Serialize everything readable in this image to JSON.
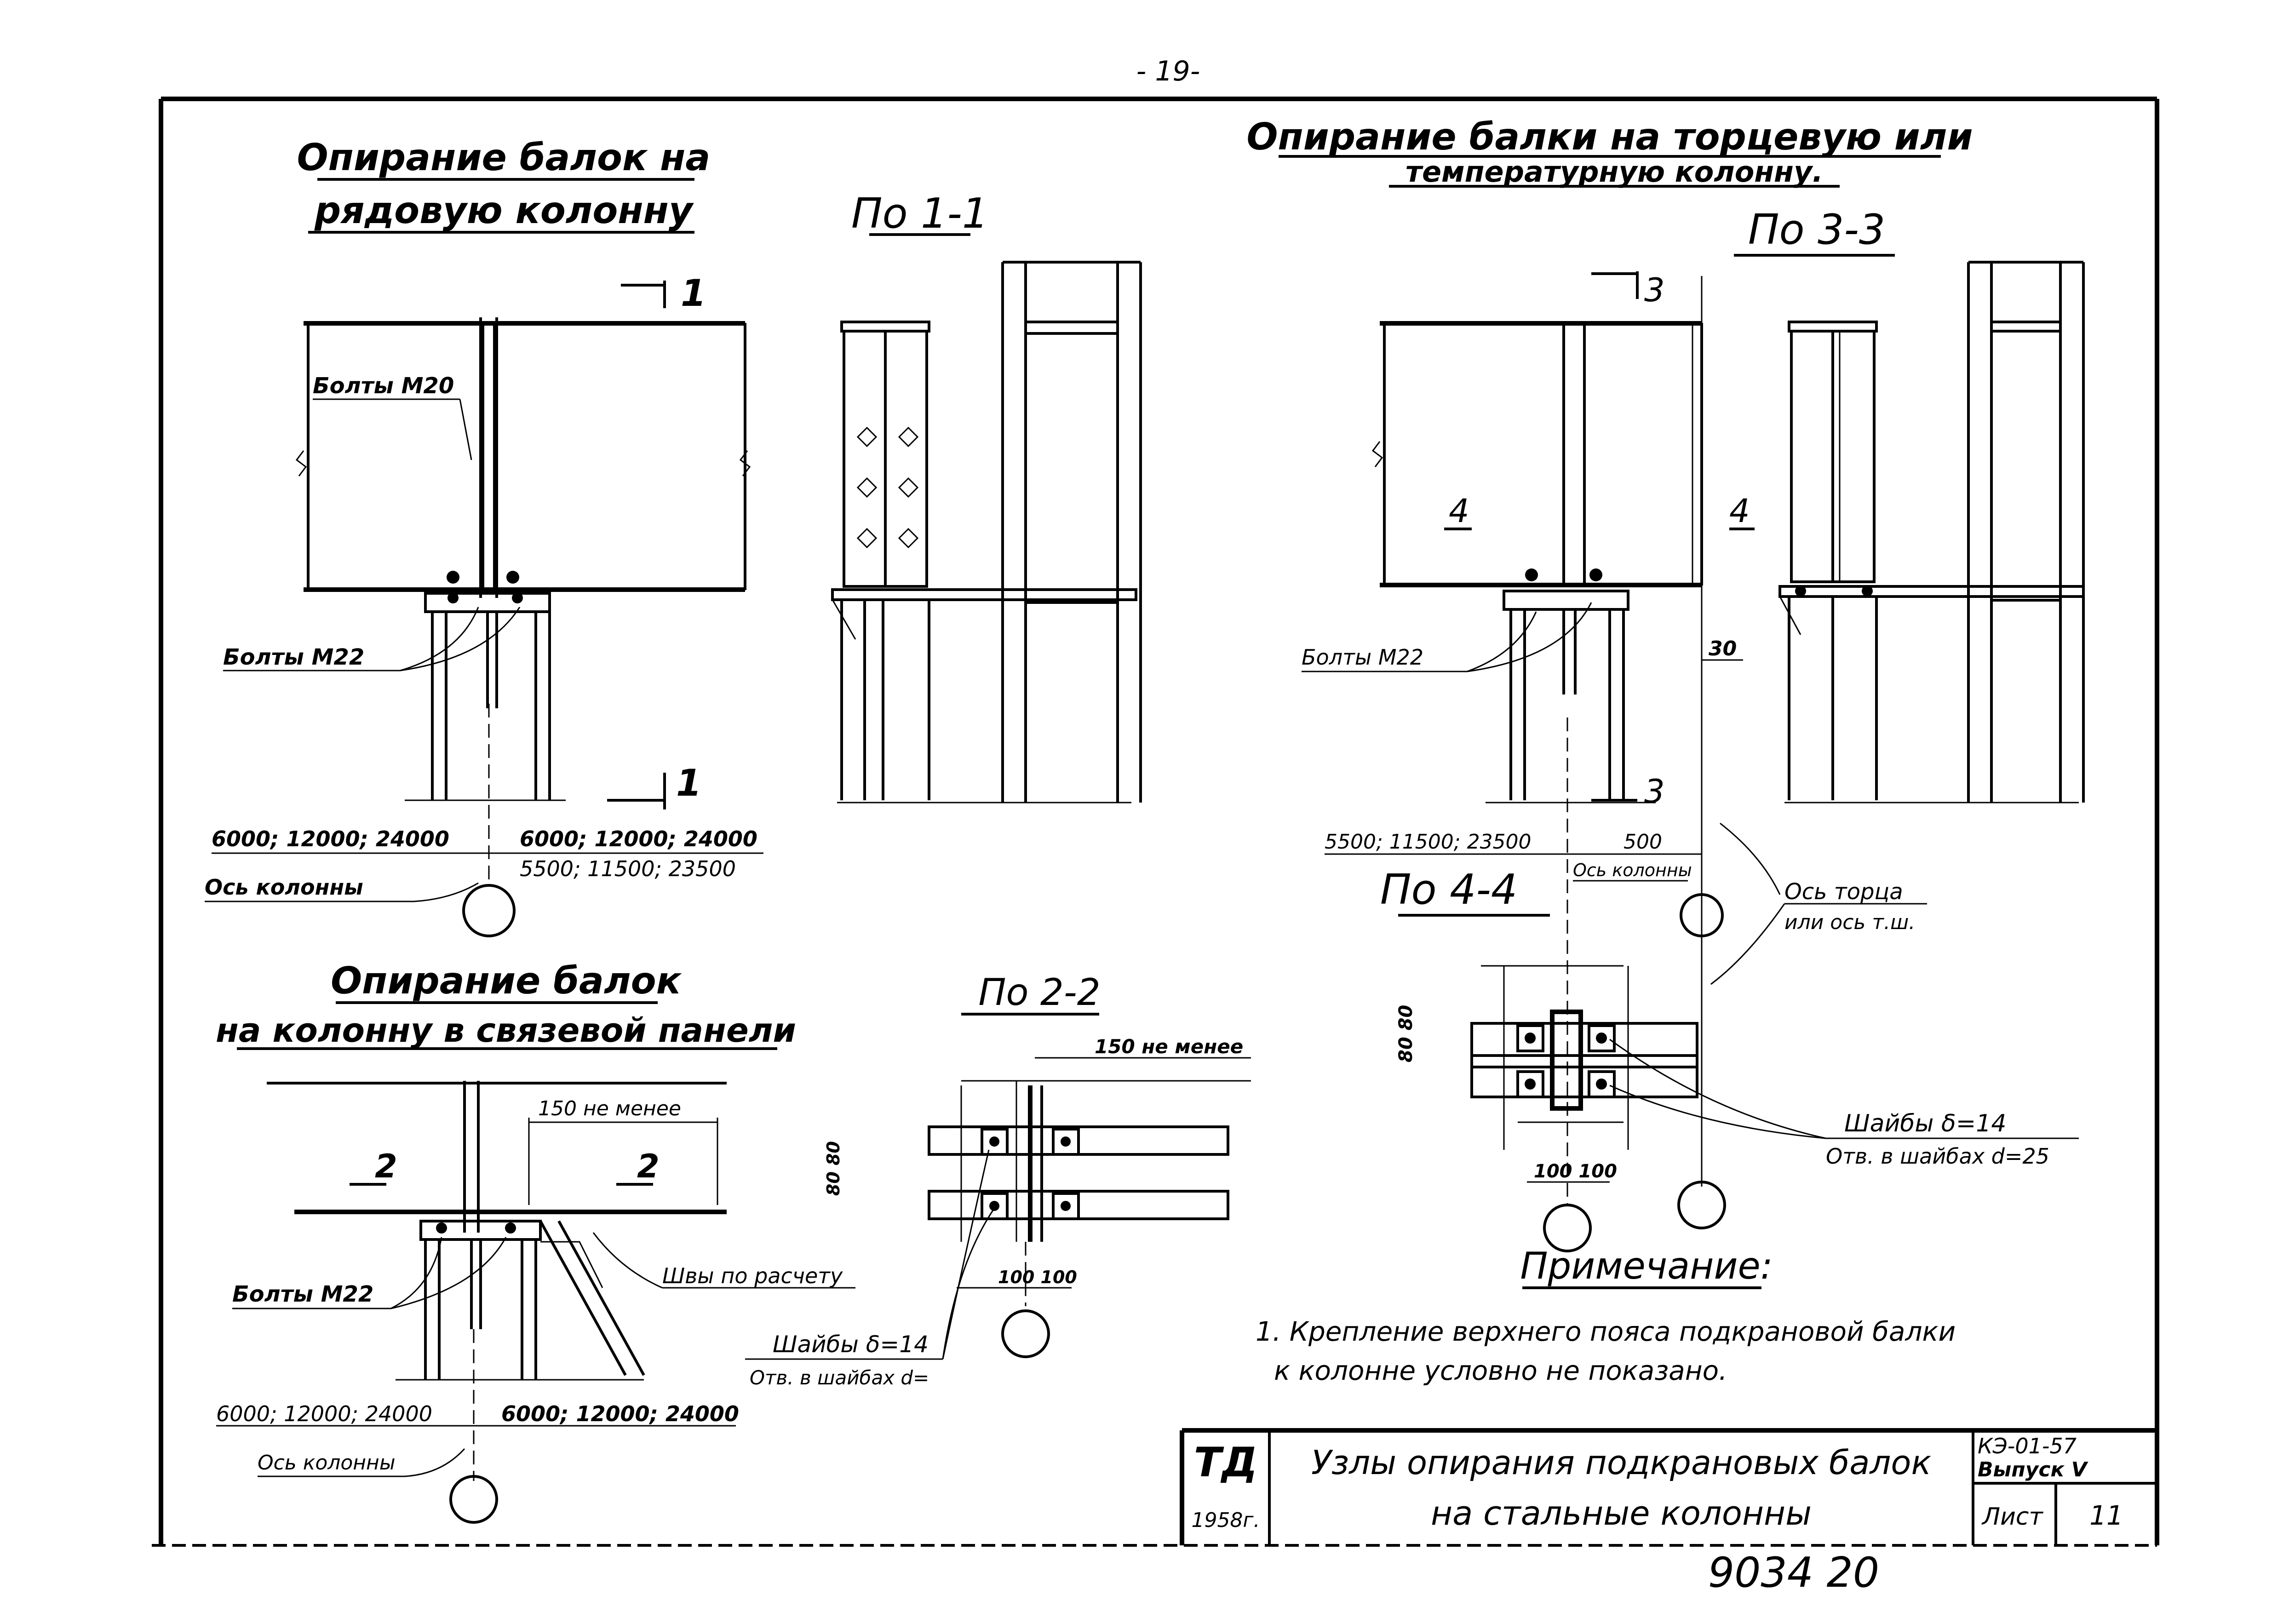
{
  "page_number": "- 19-",
  "sections": {
    "row_column": {
      "title_line1": "Опирание балок на",
      "title_line2": "рядовую колонну",
      "bolts_m20": "Болты М20",
      "bolts_m22": "Болты М22",
      "section_mark_top": "1",
      "section_mark_bottom": "1",
      "span_left": "6000; 12000; 24000",
      "span_right": "6000; 12000; 24000",
      "span_right_alt": "5500; 11500; 23500",
      "axis_label": "Ось колонны"
    },
    "view_1_1": {
      "title": "По 1-1"
    },
    "end_column": {
      "title_line1": "Опирание балки на торцевую или",
      "title_line2": "температурную колонну.",
      "section_mark_top": "3",
      "section_mark_bottom": "3",
      "mark_4_left": "4",
      "mark_4_right": "4",
      "bolts_m22": "Болты М22",
      "dim_30": "30",
      "span_left": "5500; 11500; 23500",
      "dim_500": "500",
      "axis_label": "Ось колонны",
      "end_axis_line1": "Ось торца",
      "end_axis_line2": "или ось т.ш."
    },
    "view_3_3": {
      "title": "По 3-3"
    },
    "view_4_4": {
      "title": "По 4-4",
      "dim_left": "80 80",
      "dim_bottom": "100 100",
      "washers": "Шайбы δ=14",
      "holes": "Отв. в шайбах d=25"
    },
    "braced_panel": {
      "title_line1": "Опирание балок",
      "title_line2": "на колонну в связевой панели",
      "mark_2_left": "2",
      "mark_2_right": "2",
      "dim_150": "150 не менее",
      "bolts_m22": "Болты М22",
      "welds": "Швы по расчету",
      "span_left": "6000; 12000; 24000",
      "span_right": "6000; 12000; 24000",
      "axis_label": "Ось колонны"
    },
    "view_2_2": {
      "title": "По 2-2",
      "dim_150": "150 не менее",
      "dim_left": "80 80",
      "dim_bottom": "100 100",
      "washers": "Шайбы δ=14",
      "holes": "Отв. в шайбах d="
    }
  },
  "note": {
    "heading": "Примечание:",
    "line1": "1. Крепление верхнего пояса подкрановой балки",
    "line2": "к колонне условно не показано."
  },
  "title_block": {
    "org": "ТД",
    "year": "1958г.",
    "title_line1": "Узлы опирания подкрановых балок",
    "title_line2": "на стальные колонны",
    "series": "КЭ-01-57",
    "issue": "Выпуск V",
    "sheet_label": "Лист",
    "sheet_number": "11"
  },
  "footer_code": "9034 20"
}
